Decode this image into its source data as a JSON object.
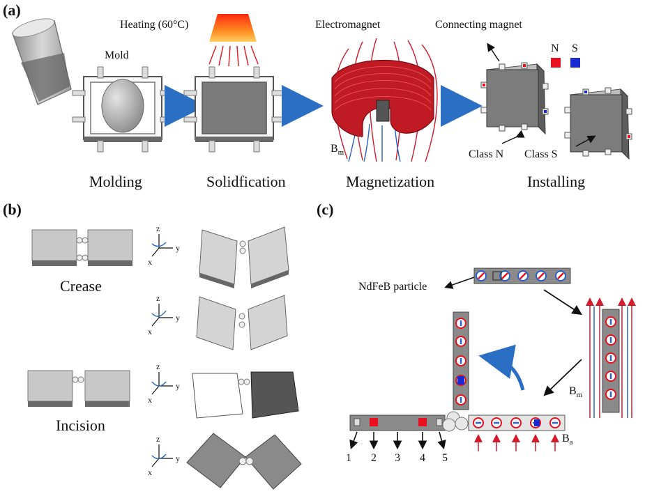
{
  "panels": {
    "a": "(a)",
    "b": "(b)",
    "c": "(c)"
  },
  "panel_a": {
    "mold_label": "Mold",
    "heating_label": "Heating (60°C)",
    "electromagnet_label": "Electromagnet",
    "connecting_magnet_label": "Connecting magnet",
    "legend": {
      "n_label": "N",
      "s_label": "S",
      "n_color": "#e8101e",
      "s_color": "#1a2ad0"
    },
    "bm_label": "B",
    "bm_sub": "m",
    "class_n_label": "Class N",
    "class_s_label": "Class S",
    "steps": [
      "Molding",
      "Solidfication",
      "Magnetization",
      "Installing"
    ]
  },
  "panel_b": {
    "crease_label": "Crease",
    "incision_label": "Incision",
    "axes": {
      "z": "z",
      "y": "y",
      "x": "x"
    }
  },
  "panel_c": {
    "particle_label": "NdFeB particle",
    "bm_label": "B",
    "bm_sub": "m",
    "ba_label": "B",
    "ba_sub": "a",
    "numbers": [
      "1",
      "2",
      "3",
      "4",
      "5"
    ]
  },
  "colors": {
    "arrow_blue": "#2a6fc4",
    "field_red": "#d21a2a",
    "field_blue": "#2a5fc8"
  }
}
